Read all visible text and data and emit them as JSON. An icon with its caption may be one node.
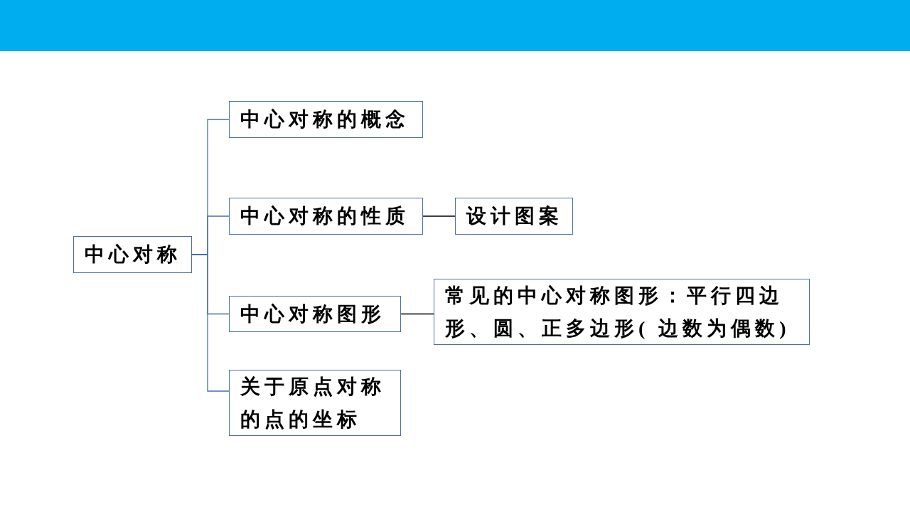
{
  "diagram": {
    "nodes": [
      {
        "text": [
          "中心对称"
        ]
      },
      {
        "text": [
          "中心对称的概念"
        ]
      },
      {
        "text": [
          "中心对称的性质"
        ]
      },
      {
        "text": [
          "设计图案"
        ]
      },
      {
        "text": [
          "中心对称图形"
        ]
      },
      {
        "text": [
          "常见的中心对称图形：平行四边形、圆、正多边形( 边数为偶数)"
        ]
      },
      {
        "text": [
          "关于原点对称的点的坐标"
        ]
      }
    ],
    "edges": [
      {
        "from": 0,
        "to": 1,
        "arrow": "none"
      },
      {
        "from": 0,
        "to": 2,
        "arrow": "none"
      },
      {
        "from": 0,
        "to": 4,
        "arrow": "none"
      },
      {
        "from": 0,
        "to": 6,
        "arrow": "none"
      },
      {
        "from": 2,
        "to": 3,
        "arrow": "none",
        "color": "#000000"
      },
      {
        "from": 4,
        "to": 5,
        "arrow": "none",
        "color": "#000000"
      }
    ]
  }
}
